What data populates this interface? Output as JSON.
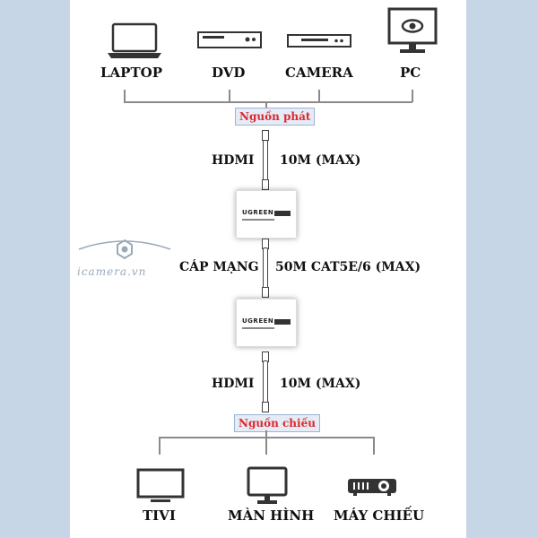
{
  "sources": {
    "laptop": "LAPTOP",
    "dvd": "DVD",
    "camera": "CAMERA",
    "pc": "PC",
    "badge": "Nguồn phát"
  },
  "link1": {
    "type": "HDMI",
    "length": "10M (MAX)"
  },
  "transmitter": {
    "brand": "UGREEN"
  },
  "link2": {
    "type": "CÁP MẠNG",
    "length": "50M CAT5E/6 (MAX)"
  },
  "receiver": {
    "brand": "UGREEN"
  },
  "link3": {
    "type": "HDMI",
    "length": "10M (MAX)"
  },
  "outputs": {
    "badge": "Nguồn chiếu",
    "tivi": "TIVI",
    "monitor": "MÀN HÌNH",
    "projector": "MÁY CHIẾU"
  },
  "watermark": {
    "text": "icamera.vn"
  },
  "colors": {
    "badge_text": "#e0262d",
    "background": "#c7d6e6",
    "panel": "#ffffff"
  }
}
